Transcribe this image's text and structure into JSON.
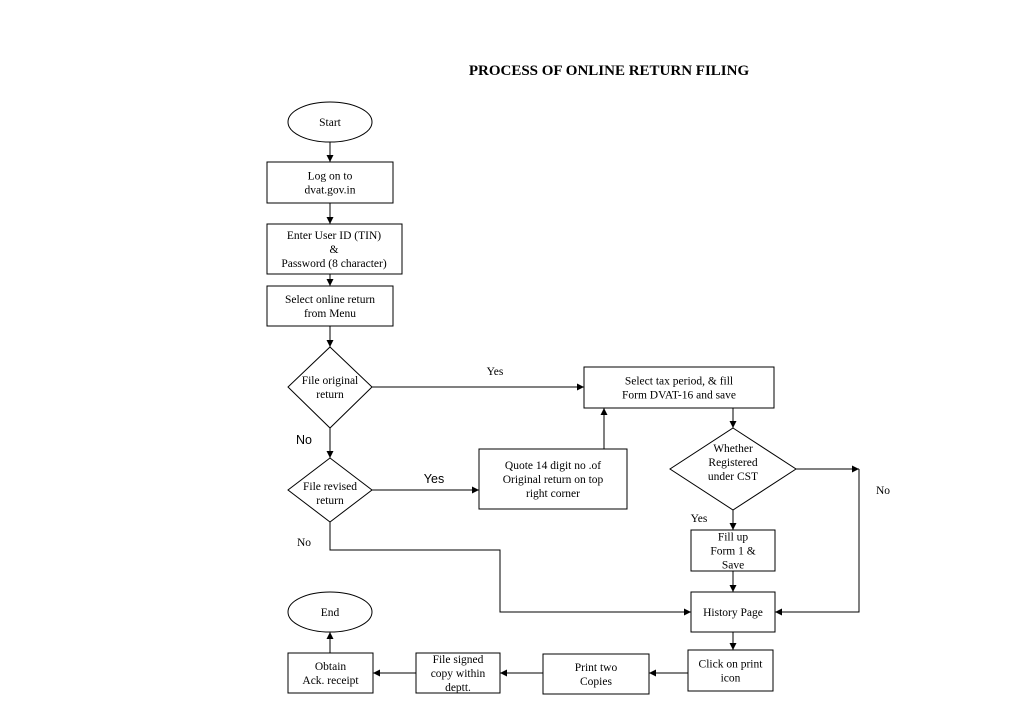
{
  "title": "PROCESS OF ONLINE RETURN FILING",
  "nodes": {
    "start": [
      "Start"
    ],
    "logon": [
      "Log on to",
      "dvat.gov.in"
    ],
    "enter_user": [
      "Enter User ID (TIN)",
      "&",
      "Password (8 character)"
    ],
    "select_online": [
      "Select online return",
      "from Menu"
    ],
    "file_original": [
      "File original",
      "return"
    ],
    "select_tax": [
      "Select tax period, & fill",
      "Form DVAT-16 and save"
    ],
    "whether_cst": [
      "Whether",
      "Registered",
      "under CST"
    ],
    "quote14": [
      "Quote 14 digit no .of",
      "Original return on top",
      "right corner"
    ],
    "file_revised": [
      "File revised",
      "return"
    ],
    "fill_form1": [
      "Fill up",
      "Form 1 &",
      "Save"
    ],
    "history": [
      "History Page"
    ],
    "end": [
      "End"
    ],
    "obtain_ack": [
      "Obtain",
      "Ack. receipt"
    ],
    "file_signed": [
      "File signed",
      "copy within",
      "deptt."
    ],
    "print_two": [
      "Print two",
      "Copies"
    ],
    "click_print": [
      "Click on print",
      "icon"
    ]
  },
  "edge_labels": {
    "yes_original": "Yes",
    "no_original": "No",
    "yes_revised": "Yes",
    "no_revised": "No",
    "yes_cst": "Yes",
    "no_cst": "No"
  }
}
